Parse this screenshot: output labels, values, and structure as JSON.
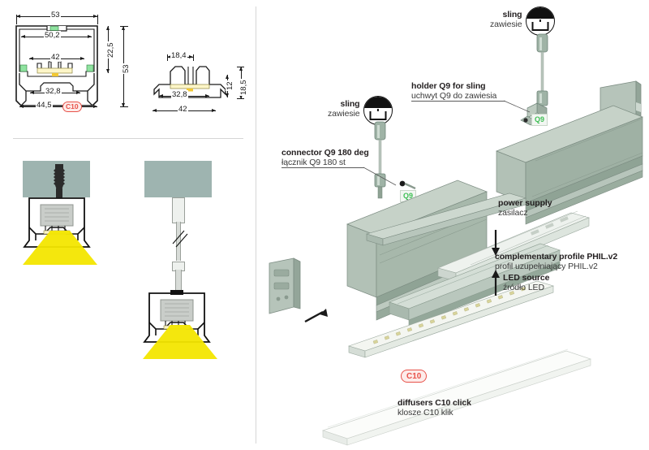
{
  "document": {
    "type": "technical-product-drawing",
    "product": "PHIL.v2 LED aluminium profile"
  },
  "panels": {
    "left_top": {
      "name": "cross-section-dimensions"
    },
    "left_bottom": {
      "name": "mounting-illustrations"
    },
    "right": {
      "name": "exploded-assembly-view"
    }
  },
  "cross_section_main": {
    "dimensions": {
      "width_outer": "53",
      "height_outer": "53",
      "inner_width": "50,2",
      "channel_width": "42",
      "lower_inner": "32,8",
      "base_width": "44,5",
      "upper_height": "22,5"
    },
    "badge": "C10"
  },
  "cross_section_insert": {
    "dimensions": {
      "top_width": "18,4",
      "mid_width": "32,8",
      "overall_width": "42",
      "inner_height": "12",
      "overall_height": "18,5"
    }
  },
  "callouts": [
    {
      "id": "sling-top",
      "en": "sling",
      "pl": "zawiesie",
      "icon": "sling-icon"
    },
    {
      "id": "holder-q9",
      "en": "holder Q9 for sling",
      "pl": "uchwyt Q9 do zawiesia",
      "badge": "Q9"
    },
    {
      "id": "sling-left",
      "en": "sling",
      "pl": "zawiesie",
      "icon": "sling-icon"
    },
    {
      "id": "connector-q9",
      "en": "connector Q9 180 deg",
      "pl": "łącznik Q9 180 st",
      "badge": "Q9"
    },
    {
      "id": "power-supply",
      "en": "power supply",
      "pl": "zasilacz"
    },
    {
      "id": "complementary-profile",
      "en": "complementary profile PHIL.v2",
      "pl": "profil uzupełniający PHIL.v2"
    },
    {
      "id": "led-source",
      "en": "LED source",
      "pl": "źródło LED"
    },
    {
      "id": "diffusers",
      "en": "diffusers C10 click",
      "pl": "klosze C10 klik",
      "badge": "C10"
    }
  ],
  "badges": {
    "c10": "C10",
    "q9": "Q9"
  },
  "colors": {
    "profile_light": "#cfd8cf",
    "profile_mid": "#aebcae",
    "profile_dark": "#8c9b8f",
    "ceiling": "#9eb4b0",
    "glow": "#f3e600",
    "badge_red": "#e8524a",
    "badge_green": "#3fbf55",
    "line": "#1a1a1a",
    "divider": "#d6d6d6"
  }
}
